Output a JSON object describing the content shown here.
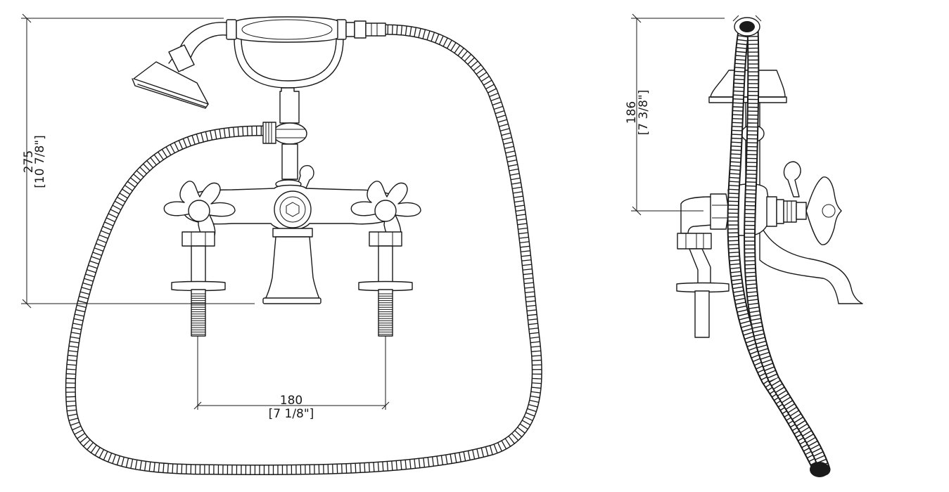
{
  "front_view": {
    "height_dimension": {
      "value": "275",
      "imperial": "[10 7/8\"]"
    },
    "centers_dimension": {
      "value": "180",
      "imperial": "[7 1/8\"]"
    }
  },
  "side_view": {
    "height_dimension": {
      "value": "186",
      "imperial": "[7 3/8\"]"
    }
  }
}
